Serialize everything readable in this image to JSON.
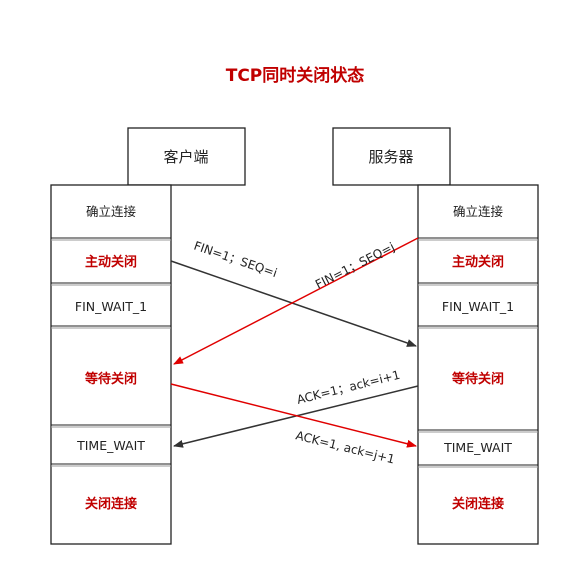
{
  "title": "TCP同时关闭状态",
  "client": {
    "label": "客户端",
    "states": [
      "确立连接",
      "主动关闭",
      "FIN_WAIT_1",
      "等待关闭",
      "TIME_WAIT",
      "关闭连接"
    ]
  },
  "server": {
    "label": "服务器",
    "states": [
      "确立连接",
      "主动关闭",
      "FIN_WAIT_1",
      "等待关闭",
      "TIME_WAIT",
      "关闭连接"
    ]
  },
  "messages": {
    "client_fin": "FIN=1；SEQ=i",
    "server_fin": "FIN=1；SEQ=j",
    "server_ack": "ACK=1；ack=i+1",
    "client_ack": "ACK=1, ack=j+1"
  },
  "colors": {
    "accent_red": "#c00000",
    "arrow_red": "#e00000",
    "arrow_dark": "#333333"
  }
}
